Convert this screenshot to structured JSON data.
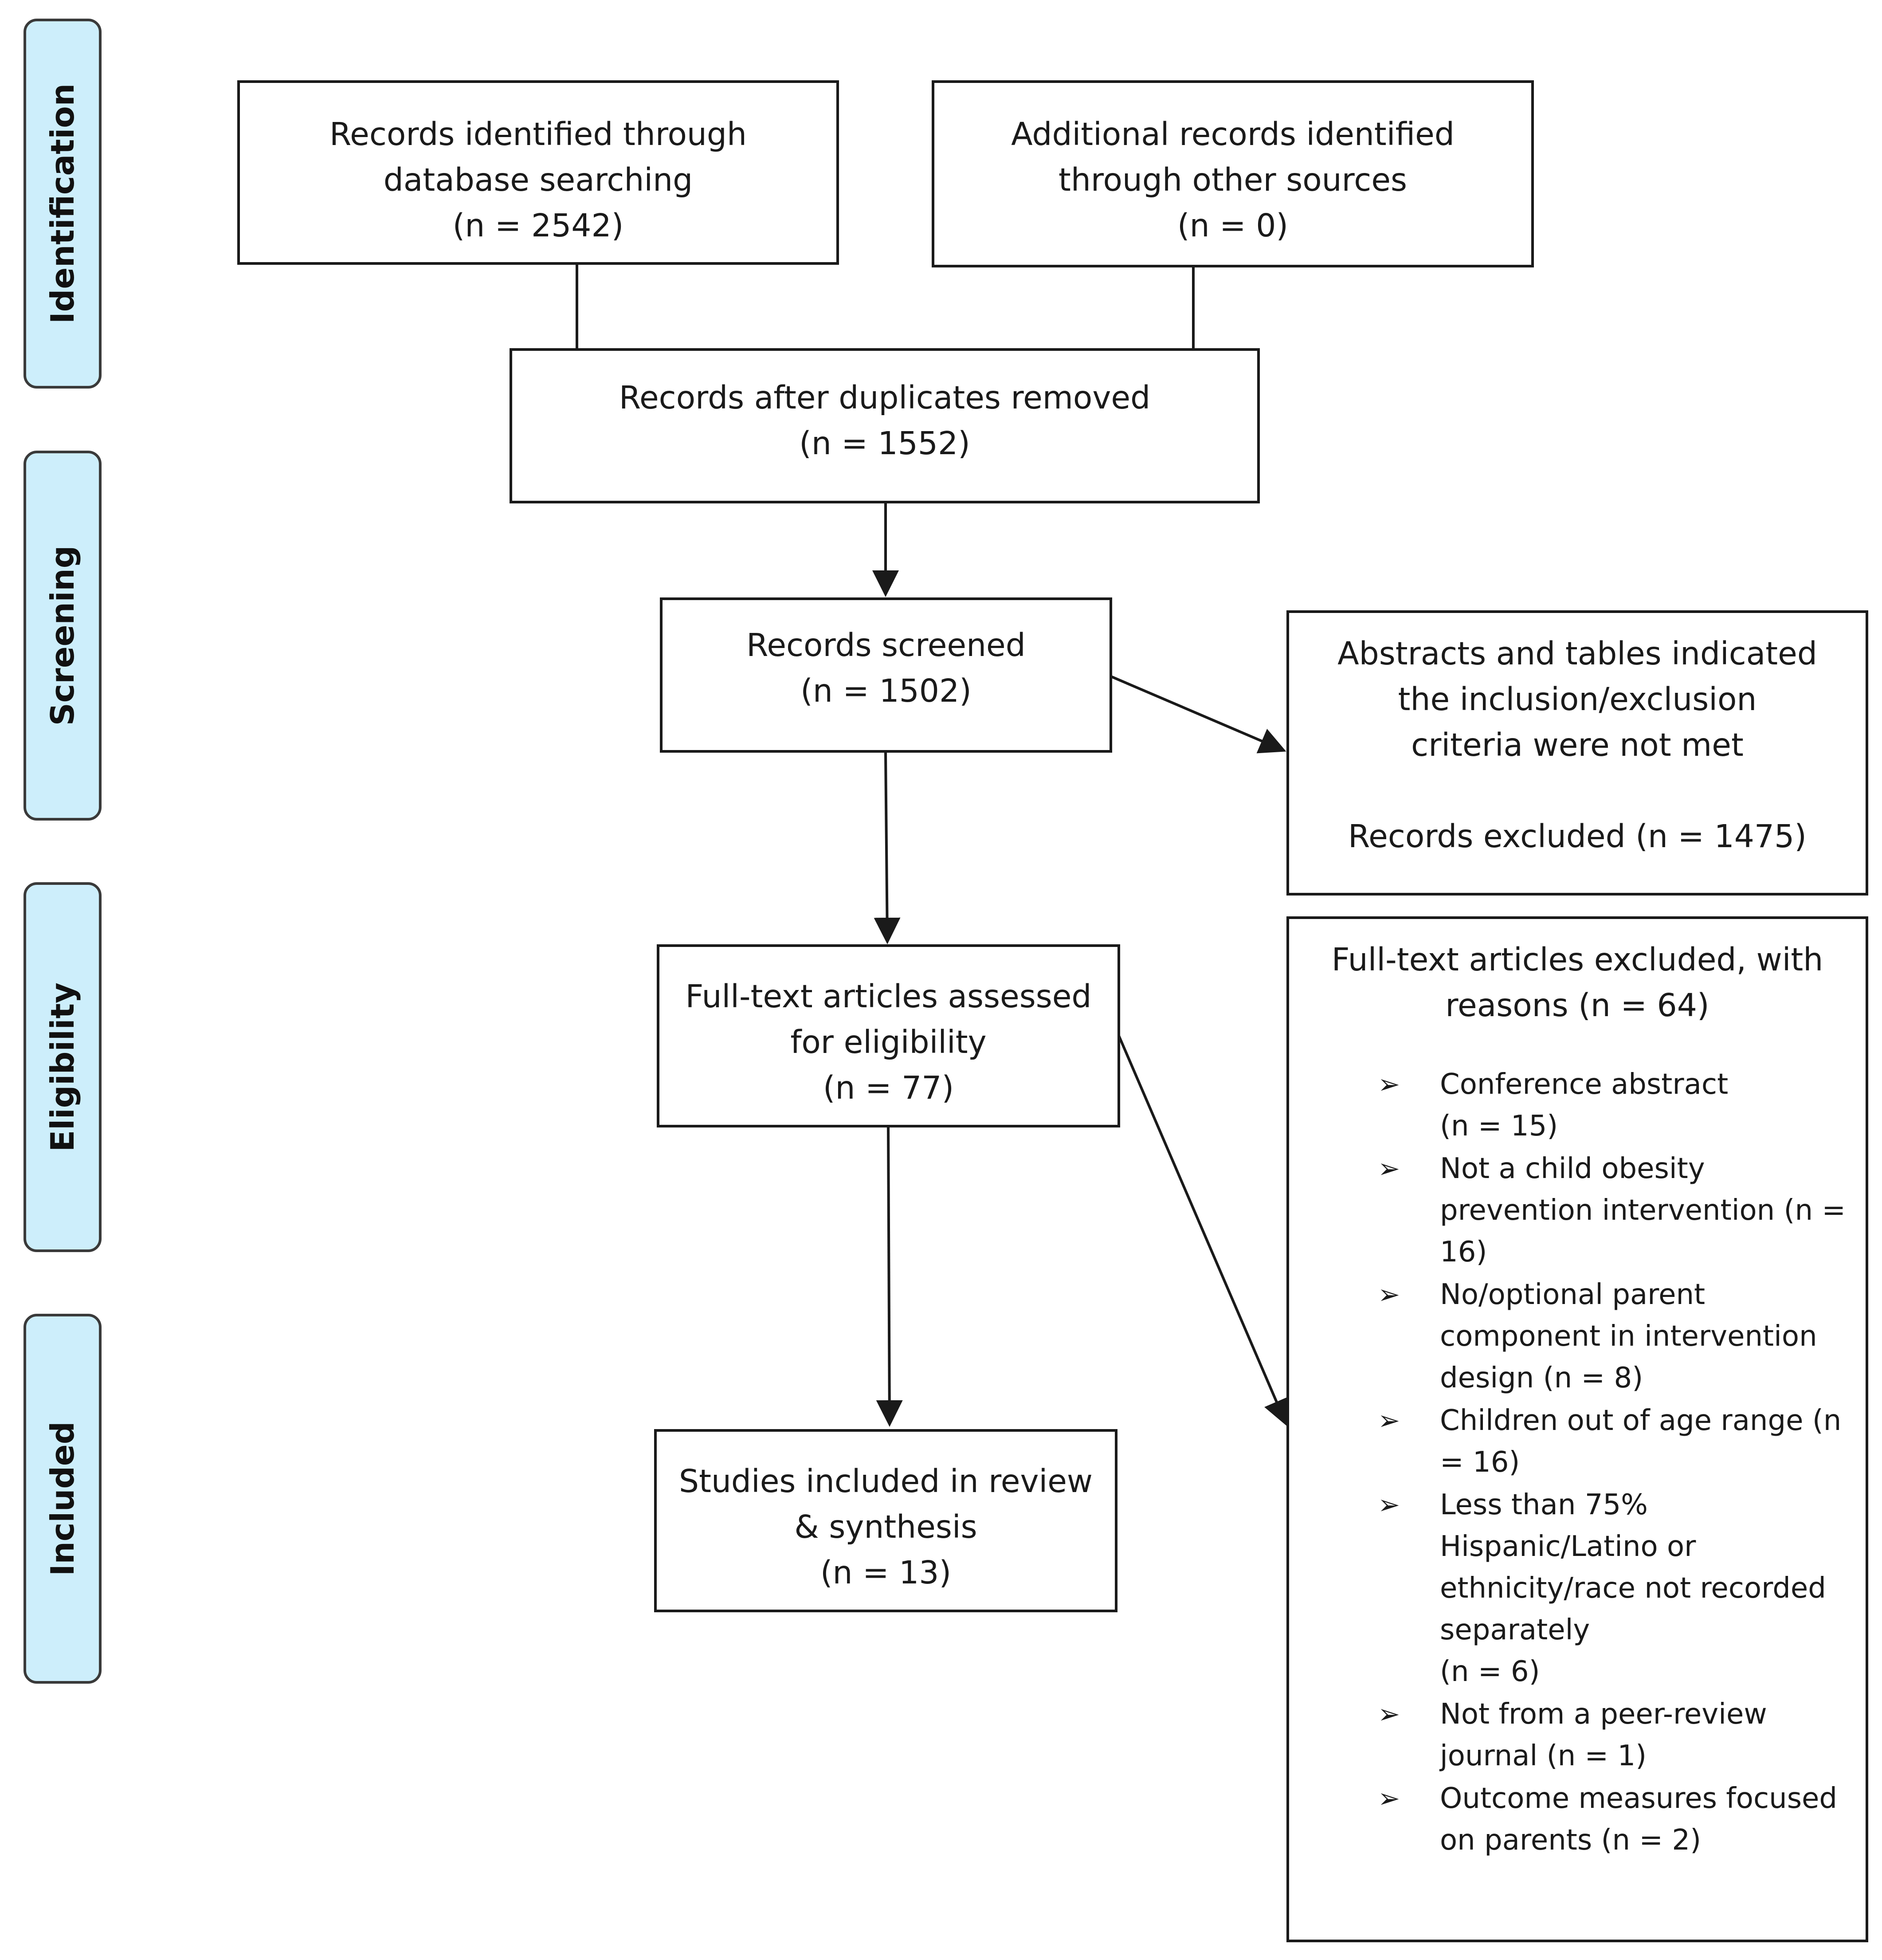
{
  "phases": {
    "identification": "Identification",
    "screening": "Screening",
    "eligibility": "Eligibility",
    "included": "Included"
  },
  "boxes": {
    "database": {
      "line1": "Records identified through",
      "line2": "database searching",
      "line3": "(n = 2542)"
    },
    "other": {
      "line1": "Additional records identified",
      "line2": "through other sources",
      "line3": "(n = 0)"
    },
    "dedup": {
      "line1": "Records after duplicates removed",
      "line2": "(n = 1552)"
    },
    "screened": {
      "line1": "Records screened",
      "line2": "(n = 1502)"
    },
    "excluded": {
      "line1": "Abstracts and tables indicated",
      "line2": "the inclusion/exclusion",
      "line3": "criteria were not met",
      "line4": "Records excluded (n =   1475)"
    },
    "fulltext": {
      "line1": "Full-text articles assessed",
      "line2": "for eligibility",
      "line3": "(n = 77)"
    },
    "included": {
      "line1": "Studies included in review",
      "line2": "& synthesis",
      "line3": "(n = 13)"
    },
    "fulltext_excluded": {
      "line1": "Full-text articles excluded, with",
      "line2": "reasons (n = 64)",
      "bullet": "➢",
      "reasons": [
        "Conference abstract\n(n = 15)",
        "Not a child obesity\nprevention intervention (n =\n16)",
        "No/optional parent\ncomponent in intervention\ndesign (n = 8)",
        "Children out of age range (n\n= 16)",
        "Less than 75%\nHispanic/Latino or\nethnicity/race not recorded\nseparately\n(n = 6)",
        "Not from a peer-review\njournal (n = 1)",
        "Outcome measures focused\non parents (n = 2)"
      ]
    }
  }
}
